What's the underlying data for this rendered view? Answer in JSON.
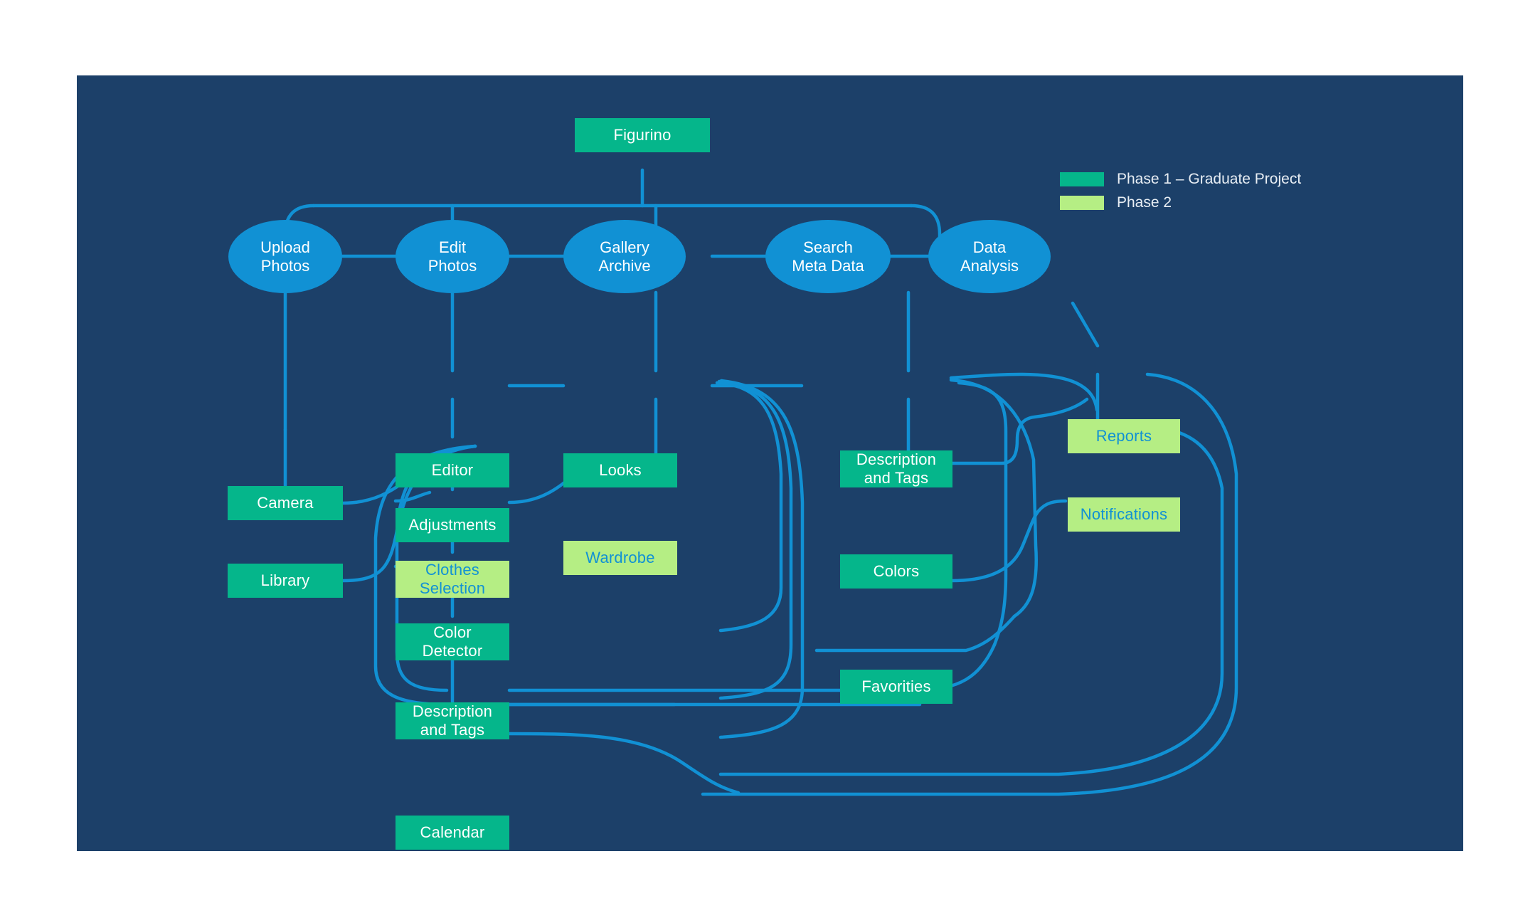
{
  "canvas": {
    "background": "#1C4069",
    "link_color": "#1191D4",
    "phase1_color": "#05B68B",
    "phase2_color": "#B5EE84",
    "phase2_text_color": "#1191D4"
  },
  "legend": {
    "items": [
      {
        "label": "Phase 1 – Graduate Project",
        "color": "#05B68B",
        "swatch": "phase1-swatch"
      },
      {
        "label": "Phase 2",
        "color": "#B5EE84",
        "swatch": "phase2-swatch"
      }
    ]
  },
  "root": {
    "label": "Figurino",
    "phase": 1
  },
  "branches": [
    {
      "label": "Upload\nPhotos",
      "line1": "Upload",
      "line2": "Photos"
    },
    {
      "label": "Edit\nPhotos",
      "line1": "Edit",
      "line2": "Photos"
    },
    {
      "label": "Gallery\nArchive",
      "line1": "Gallery",
      "line2": "Archive"
    },
    {
      "label": "Search\nMeta Data",
      "line1": "Search",
      "line2": "Meta Data"
    },
    {
      "label": "Data\nAnalysis",
      "line1": "Data",
      "line2": "Analysis"
    }
  ],
  "leaves": {
    "upload": [
      {
        "label": "Camera",
        "phase": 1
      },
      {
        "label": "Library",
        "phase": 1
      }
    ],
    "edit": [
      {
        "label": "Editor",
        "phase": 1
      },
      {
        "label": "Adjustments",
        "phase": 1
      },
      {
        "label": "Clothes\nSelection",
        "line1": "Clothes",
        "line2": "Selection",
        "phase": 2
      },
      {
        "label": "Color\nDetector",
        "line1": "Color",
        "line2": "Detector",
        "phase": 1
      },
      {
        "label": "Description\nand Tags",
        "line1": "Description",
        "line2": "and Tags",
        "phase": 1
      },
      {
        "label": "Calendar",
        "phase": 1
      }
    ],
    "gallery": [
      {
        "label": "Looks",
        "phase": 1
      },
      {
        "label": "Wardrobe",
        "phase": 2
      }
    ],
    "search": [
      {
        "label": "Description\nand Tags",
        "line1": "Description",
        "line2": "and Tags",
        "phase": 1
      },
      {
        "label": "Colors",
        "phase": 1
      },
      {
        "label": "Favorities",
        "phase": 1
      }
    ],
    "analysis": [
      {
        "label": "Reports",
        "phase": 2
      },
      {
        "label": "Notifications",
        "phase": 2
      }
    ]
  }
}
